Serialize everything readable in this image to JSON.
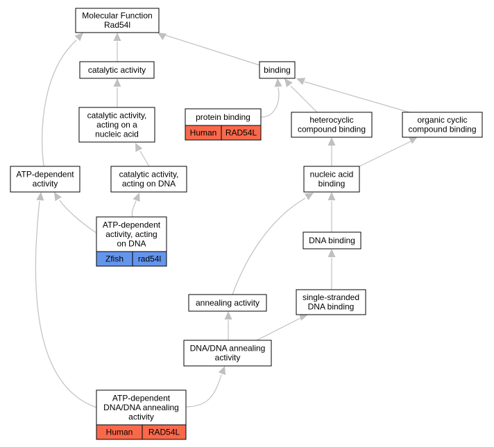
{
  "diagram": {
    "nodes": [
      {
        "id": "mf",
        "lines": [
          "Molecular Function",
          "Rad54l"
        ]
      },
      {
        "id": "catalytic",
        "lines": [
          "catalytic activity"
        ]
      },
      {
        "id": "binding",
        "lines": [
          "binding"
        ]
      },
      {
        "id": "catalytic-nucleic",
        "lines": [
          "catalytic activity,",
          "acting on a",
          "nucleic acid"
        ]
      },
      {
        "id": "protein-binding",
        "lines": [
          "protein binding"
        ],
        "annotation": {
          "species": "Human",
          "gene": "RAD54L",
          "color": "#f8694b"
        }
      },
      {
        "id": "heterocyclic",
        "lines": [
          "heterocyclic",
          "compound binding"
        ]
      },
      {
        "id": "organic-cyclic",
        "lines": [
          "organic cyclic",
          "compound binding"
        ]
      },
      {
        "id": "atp-dependent",
        "lines": [
          "ATP-dependent",
          "activity"
        ]
      },
      {
        "id": "catalytic-dna",
        "lines": [
          "catalytic activity,",
          "acting on DNA"
        ]
      },
      {
        "id": "nucleic-acid-binding",
        "lines": [
          "nucleic acid",
          "binding"
        ]
      },
      {
        "id": "atp-dependent-dna",
        "lines": [
          "ATP-dependent",
          "activity, acting",
          "on DNA"
        ],
        "annotation": {
          "species": "Zfish",
          "gene": "rad54l",
          "color": "#6495ed"
        }
      },
      {
        "id": "dna-binding",
        "lines": [
          "DNA binding"
        ]
      },
      {
        "id": "annealing",
        "lines": [
          "annealing activity"
        ]
      },
      {
        "id": "ss-dna-binding",
        "lines": [
          "single-stranded",
          "DNA binding"
        ]
      },
      {
        "id": "dna-dna-annealing",
        "lines": [
          "DNA/DNA annealing",
          "activity"
        ]
      },
      {
        "id": "atp-dna-dna-annealing",
        "lines": [
          "ATP-dependent",
          "DNA/DNA annealing",
          "activity"
        ],
        "annotation": {
          "species": "Human",
          "gene": "RAD54L",
          "color": "#f8694b"
        }
      }
    ],
    "edges": [
      {
        "from": "catalytic",
        "to": "mf"
      },
      {
        "from": "binding",
        "to": "mf"
      },
      {
        "from": "atp-dependent",
        "to": "mf"
      },
      {
        "from": "catalytic-nucleic",
        "to": "catalytic"
      },
      {
        "from": "protein-binding",
        "to": "binding"
      },
      {
        "from": "heterocyclic",
        "to": "binding"
      },
      {
        "from": "organic-cyclic",
        "to": "binding"
      },
      {
        "from": "catalytic-dna",
        "to": "catalytic-nucleic"
      },
      {
        "from": "nucleic-acid-binding",
        "to": "heterocyclic"
      },
      {
        "from": "nucleic-acid-binding",
        "to": "organic-cyclic"
      },
      {
        "from": "atp-dependent-dna",
        "to": "atp-dependent"
      },
      {
        "from": "atp-dependent-dna",
        "to": "catalytic-dna"
      },
      {
        "from": "dna-binding",
        "to": "nucleic-acid-binding"
      },
      {
        "from": "annealing",
        "to": "nucleic-acid-binding"
      },
      {
        "from": "ss-dna-binding",
        "to": "dna-binding"
      },
      {
        "from": "dna-dna-annealing",
        "to": "annealing"
      },
      {
        "from": "dna-dna-annealing",
        "to": "ss-dna-binding"
      },
      {
        "from": "atp-dna-dna-annealing",
        "to": "dna-dna-annealing"
      },
      {
        "from": "atp-dna-dna-annealing",
        "to": "atp-dependent"
      }
    ]
  }
}
